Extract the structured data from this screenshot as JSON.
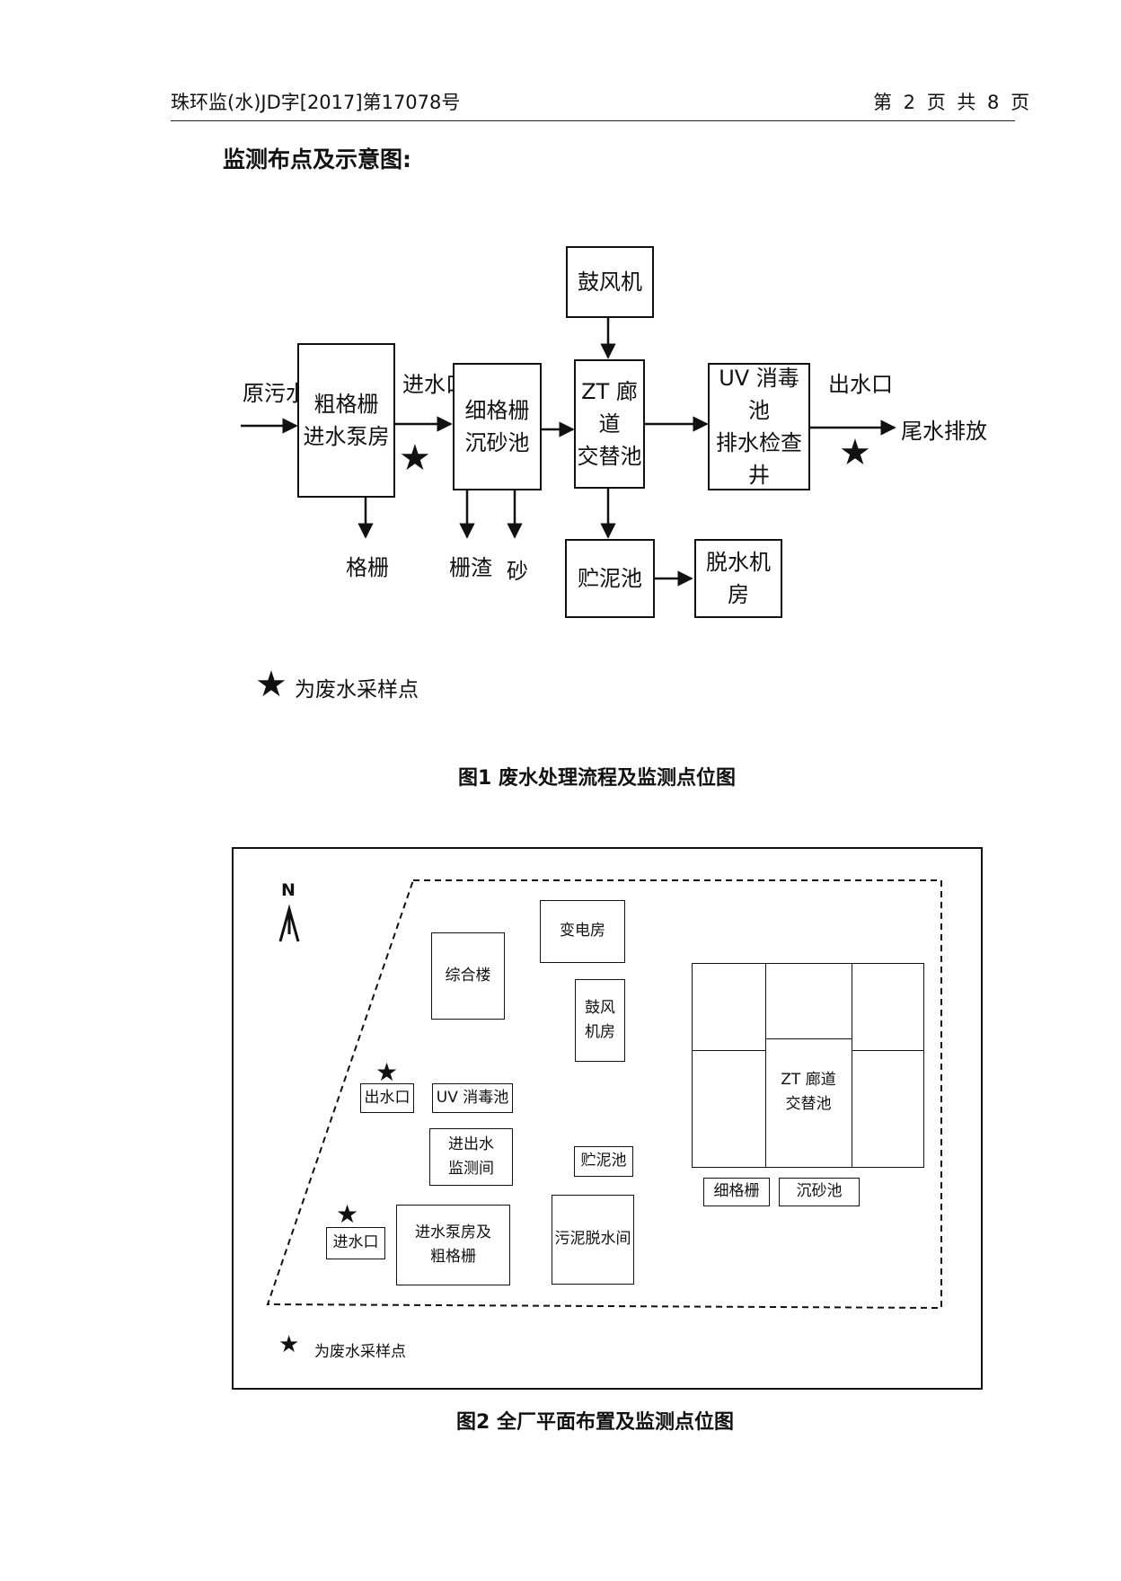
{
  "header": {
    "doc_number": "珠环监(水)JD字[2017]第17078号",
    "page_info": "第 2 页 共 8 页"
  },
  "section_title": "监测布点及示意图:",
  "figure1": {
    "inflow_label": "原污水",
    "boxes": {
      "coarse_screen": [
        "粗格栅",
        "进水泵房"
      ],
      "fine_screen": [
        "细格栅",
        "沉砂池"
      ],
      "zt_channel": [
        "ZT 廊道",
        "交替池"
      ],
      "uv": [
        "UV 消毒池",
        "排水检查井"
      ],
      "blower": [
        "鼓风机"
      ],
      "sludge_tank": [
        "贮泥池"
      ],
      "dewatering": [
        "脱水机房"
      ]
    },
    "labels": {
      "inlet": "进水口",
      "outlet": "出水口",
      "discharge": "尾水排放",
      "screenings": "格栅",
      "residue": "栅渣",
      "sand": "砂"
    },
    "legend": "为废水采样点",
    "caption": "图1  废水处理流程及监测点位图"
  },
  "figure2": {
    "north": "N",
    "buildings": {
      "substation": "变电房",
      "office": "综合楼",
      "blower_room": [
        "鼓风",
        "机房"
      ],
      "outlet": "出水口",
      "uv": "UV 消毒池",
      "monitoring_room": [
        "进出水",
        "监测间"
      ],
      "sludge_tank": "贮泥池",
      "zt": [
        "ZT 廊道",
        "交替池"
      ],
      "fine_screen": "细格栅",
      "grit": "沉砂池",
      "inlet": "进水口",
      "pump_house": [
        "进水泵房及",
        "粗格栅"
      ],
      "dewatering": "污泥脱水间"
    },
    "legend": "为废水采样点",
    "caption": "图2  全厂平面布置及监测点位图"
  }
}
